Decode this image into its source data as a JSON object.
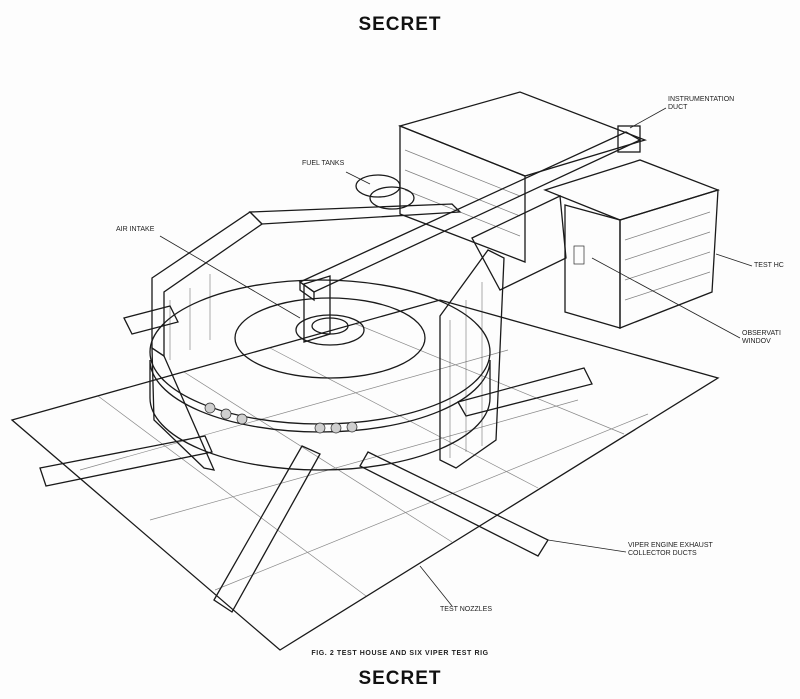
{
  "classification": {
    "top": "SECRET",
    "bottom": "SECRET"
  },
  "figure": {
    "caption": "FIG. 2  TEST HOUSE AND SIX VIPER TEST RIG"
  },
  "callouts": {
    "instrumentation_duct": "INSTRUMENTATION\nDUCT",
    "fuel_tanks": "FUEL TANKS",
    "air_intake": "AIR INTAKE",
    "test_house": "TEST HC",
    "observation_window": "OBSERVATI\nWINDOV",
    "exhaust_collector_ducts": "VIPER ENGINE EXHAUST\nCOLLECTOR DUCTS",
    "test_nozzles": "TEST NOZZLES"
  }
}
